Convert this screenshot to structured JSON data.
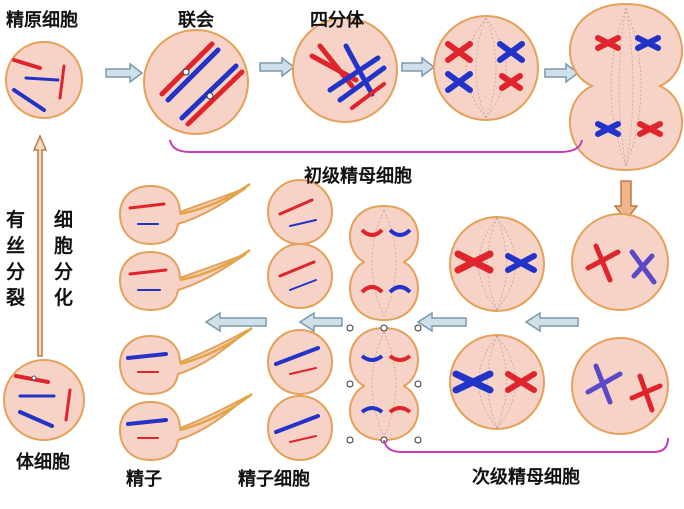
{
  "labels": {
    "spermatogonium": "精原细胞",
    "synapsis": "联会",
    "tetrad": "四分体",
    "primary_spermatocyte": "初级精母细胞",
    "secondary_spermatocyte": "次级精母细胞",
    "spermatid": "精子细胞",
    "sperm": "精子",
    "somatic_cell": "体细胞",
    "mitosis": [
      "有",
      "丝",
      "分",
      "裂"
    ],
    "differentiation": [
      "细",
      "胞",
      "分",
      "化"
    ]
  },
  "colors": {
    "cell_fill": "#f7d2c6",
    "cell_stroke": "#e4a15a",
    "chromosome_red": "#e0242c",
    "chromosome_blue": "#2233c8",
    "chromosome_violet": "#5b48c9",
    "arrow_fill": "#cfe0ea",
    "arrow_stroke": "#7a98aa",
    "bracket": "#c43cb5",
    "tail": "#e2a640"
  }
}
